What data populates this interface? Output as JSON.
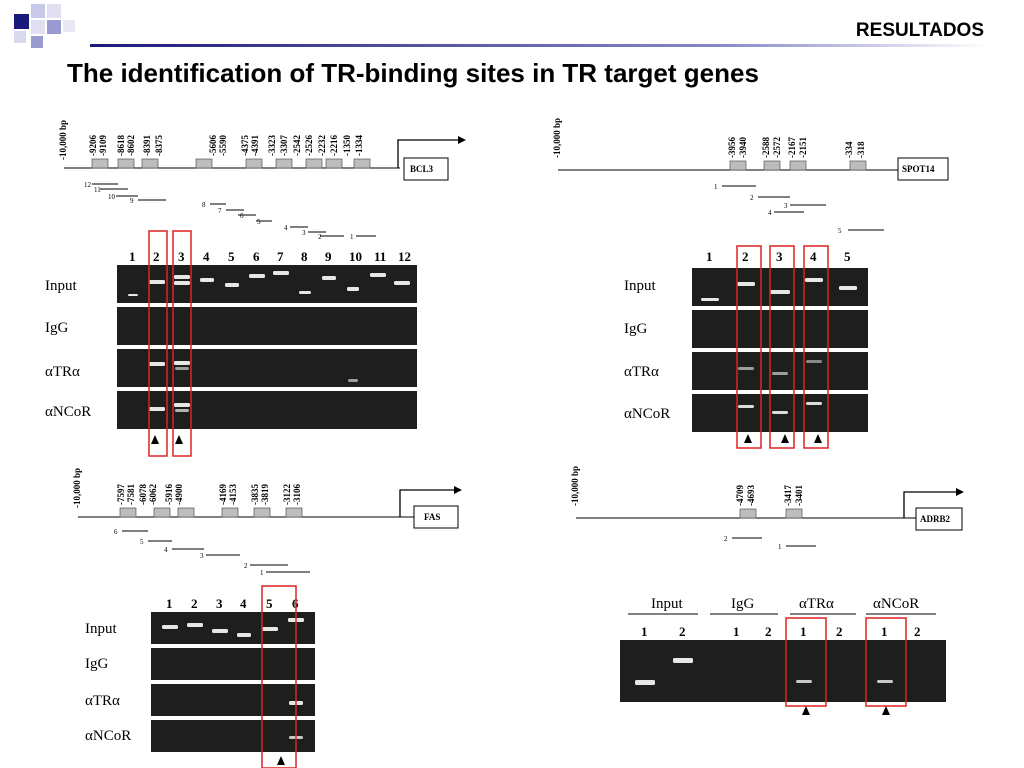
{
  "header": {
    "section_label": "RESULTADOS",
    "title": "The identification of TR-binding sites in TR target genes"
  },
  "panels": {
    "bcl3": {
      "gene": "BCL3",
      "scale": "-10,000 bp",
      "positions": [
        "-9206",
        "-9109",
        "-8618",
        "-8602",
        "-8391",
        "-8375",
        "-5606",
        "-5590",
        "-4375",
        "-4391",
        "-3323",
        "-3307",
        "-2542",
        "-2526",
        "-2232",
        "-2216",
        "-1350",
        "-1334"
      ],
      "fragments": [
        "12",
        "11",
        "10",
        "9",
        "8",
        "7",
        "6",
        "5",
        "4",
        "3",
        "2",
        "1"
      ],
      "lanes": [
        "1",
        "2",
        "3",
        "4",
        "5",
        "6",
        "7",
        "8",
        "9",
        "10",
        "11",
        "12"
      ],
      "rows": [
        "Input",
        "IgG",
        "αTRα",
        "αNCoR"
      ]
    },
    "spot14": {
      "gene": "SPOT14",
      "scale": "-10,000 bp",
      "positions": [
        "-3956",
        "-3940",
        "-2588",
        "-2572",
        "-2167",
        "-2151",
        "-334",
        "-318"
      ],
      "fragments": [
        "1",
        "2",
        "3",
        "4",
        "5"
      ],
      "lanes": [
        "1",
        "2",
        "3",
        "4",
        "5"
      ],
      "rows": [
        "Input",
        "IgG",
        "αTRα",
        "αNCoR"
      ]
    },
    "fas": {
      "gene": "FAS",
      "scale": "-10,000 bp",
      "positions": [
        "-7597",
        "-7581",
        "-6078",
        "-6062",
        "-5916",
        "-4900",
        "-4169",
        "-4153",
        "-3835",
        "-3819",
        "-3122",
        "-3106"
      ],
      "fragments": [
        "6",
        "5",
        "4",
        "3",
        "2",
        "1"
      ],
      "lanes": [
        "1",
        "2",
        "3",
        "4",
        "5",
        "6"
      ],
      "rows": [
        "Input",
        "IgG",
        "αTRα",
        "αNCoR"
      ]
    },
    "adrb2": {
      "gene": "ADRB2",
      "scale": "-10,000 bp",
      "positions": [
        "-4709",
        "-4693",
        "-3417",
        "-3401"
      ],
      "fragments": [
        "2",
        "1"
      ],
      "groups": [
        "Input",
        "IgG",
        "αTRα",
        "αNCoR"
      ],
      "lanes": [
        "1",
        "2",
        "1",
        "2",
        "1",
        "2",
        "1",
        "2"
      ]
    }
  }
}
